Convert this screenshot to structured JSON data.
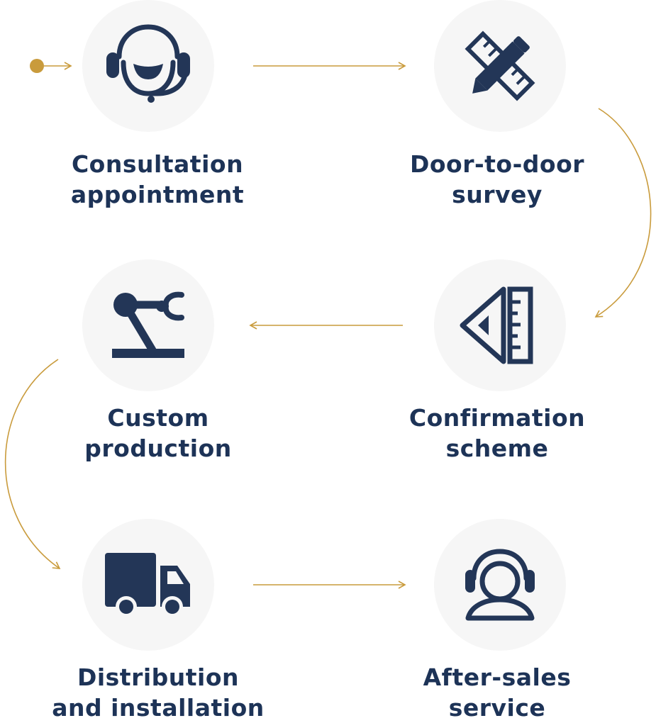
{
  "colors": {
    "accent": "#c99b3c",
    "icon": "#233657",
    "text": "#1d3357",
    "circle": "#f6f6f6"
  },
  "steps": [
    {
      "line1": "Consultation",
      "line2": "appointment",
      "icon": "headset-smile-icon"
    },
    {
      "line1": "Door-to-door",
      "line2": "survey",
      "icon": "ruler-pencil-icon"
    },
    {
      "line1": "Confirmation",
      "line2": "scheme",
      "icon": "triangle-ruler-icon"
    },
    {
      "line1": "Custom",
      "line2": "production",
      "icon": "robot-arm-icon"
    },
    {
      "line1": "Distribution",
      "line2": "and installation",
      "icon": "truck-icon"
    },
    {
      "line1": "After-sales",
      "line2": "service",
      "icon": "headphones-person-icon"
    }
  ]
}
